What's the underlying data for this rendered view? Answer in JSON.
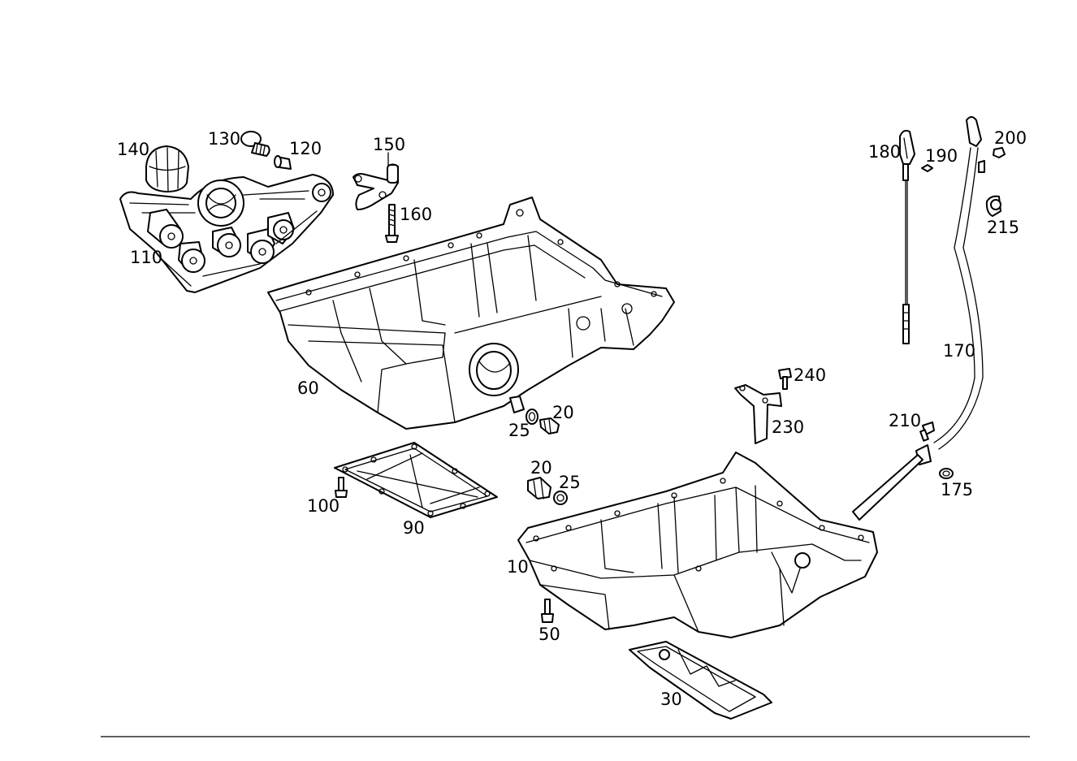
{
  "callouts": [
    {
      "id": "140",
      "text": "140"
    },
    {
      "id": "130",
      "text": "130"
    },
    {
      "id": "120",
      "text": "120"
    },
    {
      "id": "110",
      "text": "110"
    },
    {
      "id": "150",
      "text": "150"
    },
    {
      "id": "160",
      "text": "160"
    },
    {
      "id": "60",
      "text": "60"
    },
    {
      "id": "25a",
      "text": "25"
    },
    {
      "id": "20a",
      "text": "20"
    },
    {
      "id": "20b",
      "text": "20"
    },
    {
      "id": "25b",
      "text": "25"
    },
    {
      "id": "100",
      "text": "100"
    },
    {
      "id": "90",
      "text": "90"
    },
    {
      "id": "10",
      "text": "10"
    },
    {
      "id": "50",
      "text": "50"
    },
    {
      "id": "30",
      "text": "30"
    },
    {
      "id": "180",
      "text": "180"
    },
    {
      "id": "190",
      "text": "190"
    },
    {
      "id": "200",
      "text": "200"
    },
    {
      "id": "215",
      "text": "215"
    },
    {
      "id": "170",
      "text": "170"
    },
    {
      "id": "240",
      "text": "240"
    },
    {
      "id": "230",
      "text": "230"
    },
    {
      "id": "210",
      "text": "210"
    },
    {
      "id": "175",
      "text": "175"
    }
  ]
}
